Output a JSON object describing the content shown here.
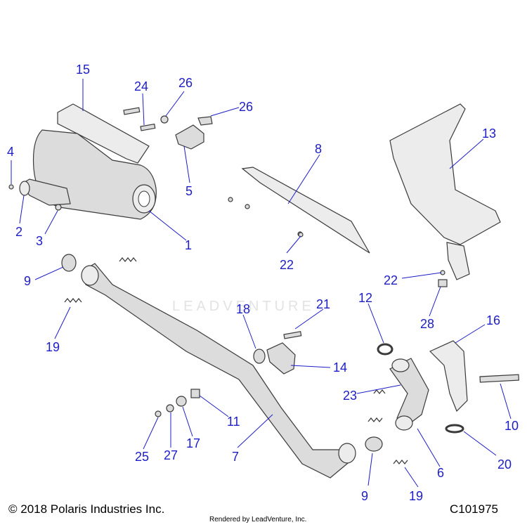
{
  "callouts": [
    {
      "label": "15"
    },
    {
      "label": "24"
    },
    {
      "label": "26"
    },
    {
      "label": "26"
    },
    {
      "label": "4"
    },
    {
      "label": "5"
    },
    {
      "label": "2"
    },
    {
      "label": "3"
    },
    {
      "label": "1"
    },
    {
      "label": "8"
    },
    {
      "label": "13"
    },
    {
      "label": "22"
    },
    {
      "label": "22"
    },
    {
      "label": "9"
    },
    {
      "label": "19"
    },
    {
      "label": "18"
    },
    {
      "label": "21"
    },
    {
      "label": "12"
    },
    {
      "label": "16"
    },
    {
      "label": "28"
    },
    {
      "label": "14"
    },
    {
      "label": "23"
    },
    {
      "label": "10"
    },
    {
      "label": "11"
    },
    {
      "label": "25"
    },
    {
      "label": "27"
    },
    {
      "label": "17"
    },
    {
      "label": "7"
    },
    {
      "label": "6"
    },
    {
      "label": "20"
    },
    {
      "label": "9"
    },
    {
      "label": "19"
    }
  ],
  "footer": {
    "copyright": "© 2018 Polaris Industries Inc.",
    "drawing_number": "C101975",
    "rendered_by": "Rendered by LeadVenture, Inc."
  },
  "watermark": "LEADVENTURE"
}
